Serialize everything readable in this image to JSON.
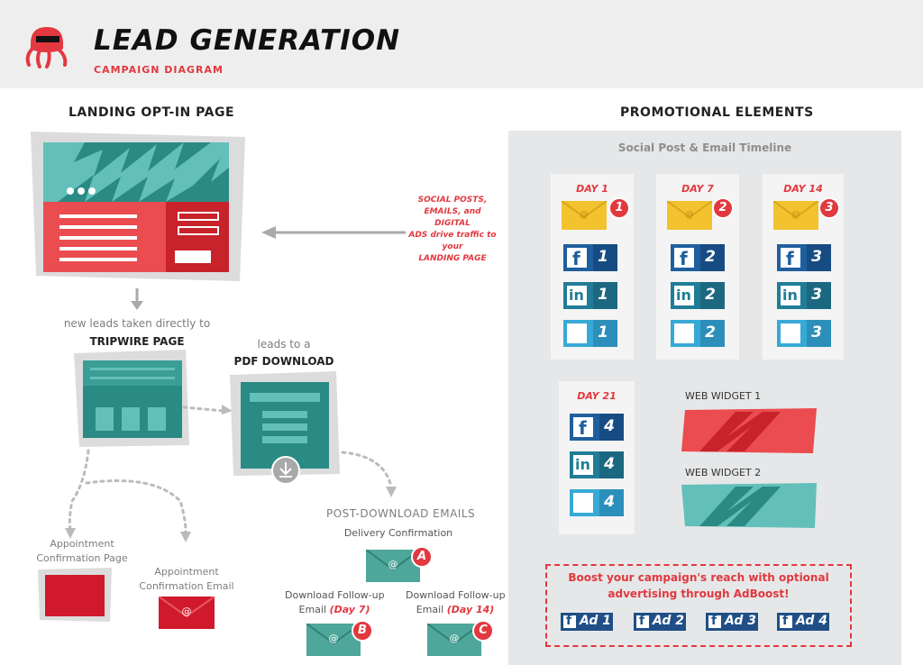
{
  "header": {
    "title": "LEAD GENERATION",
    "subtitle": "CAMPAIGN DIAGRAM"
  },
  "left": {
    "landing_heading": "LANDING OPT-IN PAGE",
    "arrow_note": [
      "SOCIAL POSTS,",
      "EMAILS, and DIGITAL",
      "ADS drive traffic to your",
      "LANDING PAGE"
    ],
    "new_leads": "new leads taken directly to",
    "tripwire": "TRIPWIRE PAGE",
    "leads_to": "leads to a",
    "pdf": "PDF DOWNLOAD",
    "appt_page": [
      "Appointment",
      "Confirmation Page"
    ],
    "appt_email": [
      "Appointment",
      "Confirmation Email"
    ],
    "post_emails": "POST-DOWNLOAD EMAILS",
    "delivery": "Delivery Confirmation",
    "followup_7": [
      "Download Follow-up",
      "Email",
      "(Day 7)"
    ],
    "followup_14": [
      "Download Follow-up",
      "Email",
      "(Day 14)"
    ],
    "badges": [
      "A",
      "B",
      "C"
    ]
  },
  "promo": {
    "heading": "PROMOTIONAL ELEMENTS",
    "timeline": "Social Post & Email Timeline",
    "days": [
      {
        "label": "DAY 1",
        "num": "1"
      },
      {
        "label": "DAY 7",
        "num": "2"
      },
      {
        "label": "DAY 14",
        "num": "3"
      },
      {
        "label": "DAY 21",
        "num": "4"
      }
    ],
    "widget1": "WEB WIDGET 1",
    "widget2": "WEB WIDGET 2",
    "boost": [
      "Boost your campaign's reach with optional",
      "advertising through AdBoost!"
    ],
    "ads": [
      "Ad 1",
      "Ad 2",
      "Ad 3",
      "Ad 4"
    ]
  },
  "colors": {
    "red": "#e2383f",
    "teal": "#2a8a84",
    "light_teal": "#63bfb9",
    "dark_red": "#c8232b",
    "email_yellow": "#f2c22f",
    "email_teal": "#4ea79a"
  }
}
